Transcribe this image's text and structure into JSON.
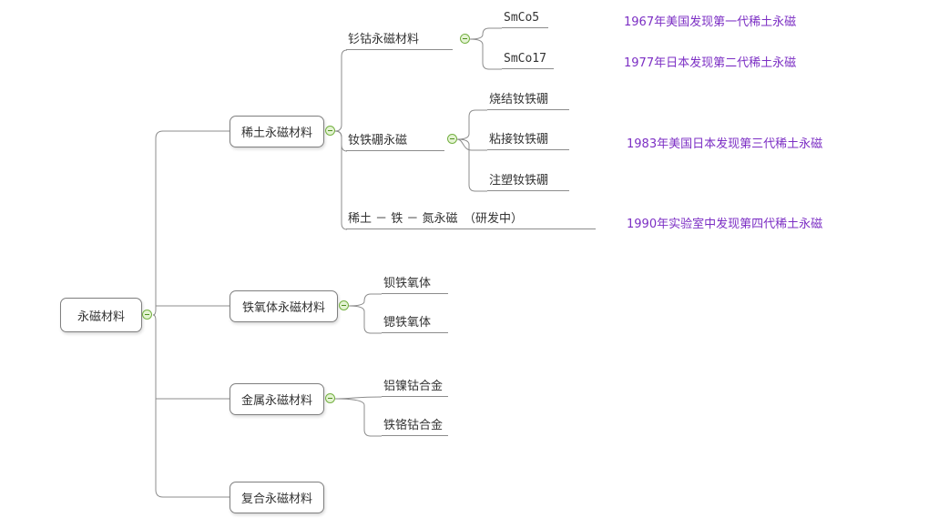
{
  "colors": {
    "canvas_bg": "#ffffff",
    "line_gray": "#8c8c8c",
    "box_border": "#7f7f7f",
    "topic_text": "#333333",
    "toggle_border": "#74b042",
    "toggle_fill": "#e4f3d3",
    "toggle_minus": "#4e8f1f",
    "note_purple": "#7c2fc4"
  },
  "mindmap": {
    "root": {
      "label": "永磁材料",
      "children": [
        {
          "label": "稀土永磁材料",
          "children": [
            {
              "label": "钐钴永磁材料",
              "children": [
                {
                  "label": "SmCo5",
                  "note": "1967年美国发现第一代稀土永磁"
                },
                {
                  "label": "SmCo17",
                  "note": "1977年日本发现第二代稀土永磁"
                }
              ]
            },
            {
              "label": "钕铁硼永磁",
              "children": [
                {
                  "label": "烧结钕铁硼"
                },
                {
                  "label": "粘接钕铁硼",
                  "note": "1983年美国日本发现第三代稀土永磁"
                },
                {
                  "label": "注塑钕铁硼"
                }
              ]
            },
            {
              "label": "稀土 － 铁 － 氮永磁　（研发中）",
              "note": "1990年实验室中发现第四代稀土永磁"
            }
          ]
        },
        {
          "label": "铁氧体永磁材料",
          "children": [
            {
              "label": "钡铁氧体"
            },
            {
              "label": "锶铁氧体"
            }
          ]
        },
        {
          "label": "金属永磁材料",
          "children": [
            {
              "label": "铝镍钴合金"
            },
            {
              "label": "铁铬钴合金"
            }
          ]
        },
        {
          "label": "复合永磁材料"
        }
      ]
    }
  }
}
